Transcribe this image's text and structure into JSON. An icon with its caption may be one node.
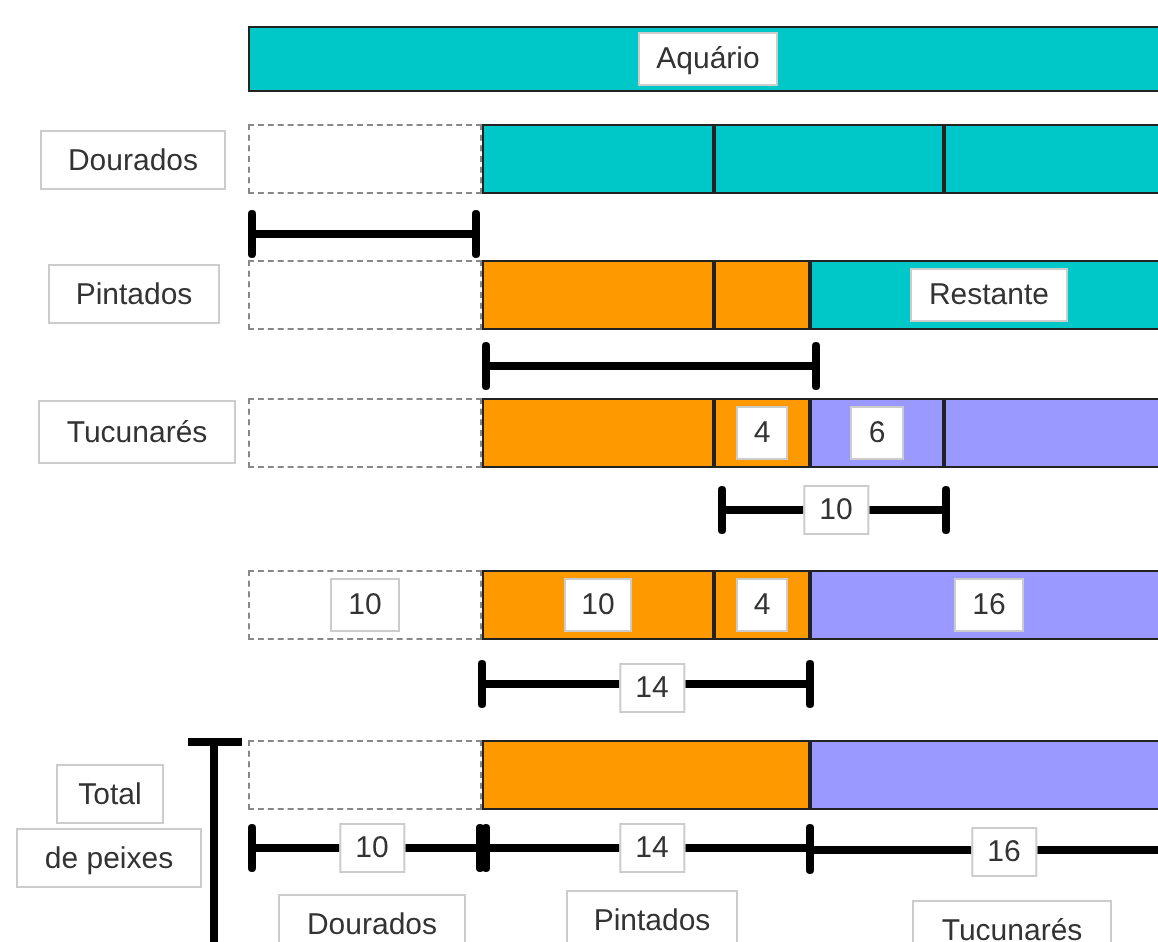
{
  "diagram": {
    "nodes": [
      {
        "text": [
          "Aquário"
        ]
      },
      {
        "text": [
          "Dourados"
        ]
      },
      {
        "text": [],
        "shape": "box"
      },
      {
        "text": [],
        "shape": "bar"
      },
      {
        "text": [],
        "shape": "bar"
      },
      {
        "text": [],
        "shape": "bar"
      },
      {
        "text": [
          "Pintados"
        ]
      },
      {
        "text": [],
        "shape": "box"
      },
      {
        "text": [],
        "shape": "bar"
      },
      {
        "text": [],
        "shape": "bar"
      },
      {
        "text": [
          "Restante"
        ]
      },
      {
        "text": [
          "Tucunarés"
        ]
      },
      {
        "text": [],
        "shape": "box"
      },
      {
        "text": [],
        "shape": "bar"
      },
      {
        "text": [
          "4"
        ]
      },
      {
        "text": [
          "6"
        ]
      },
      {
        "text": [],
        "shape": "bar"
      },
      {
        "text": [
          "10"
        ]
      },
      {
        "text": [
          "10"
        ]
      },
      {
        "text": [
          "4"
        ]
      },
      {
        "text": [
          "16"
        ]
      },
      {
        "text": [
          "Total"
        ]
      },
      {
        "text": [
          "de peixes"
        ]
      },
      {
        "text": [],
        "shape": "box"
      },
      {
        "text": [],
        "shape": "bar"
      },
      {
        "text": [],
        "shape": "bar"
      },
      {
        "text": [
          "Dourados"
        ]
      },
      {
        "text": [
          "Pintados"
        ]
      },
      {
        "text": [
          "Tucunarés"
        ]
      }
    ],
    "labels": [
      "10",
      "14",
      "10",
      "14",
      "16"
    ]
  }
}
